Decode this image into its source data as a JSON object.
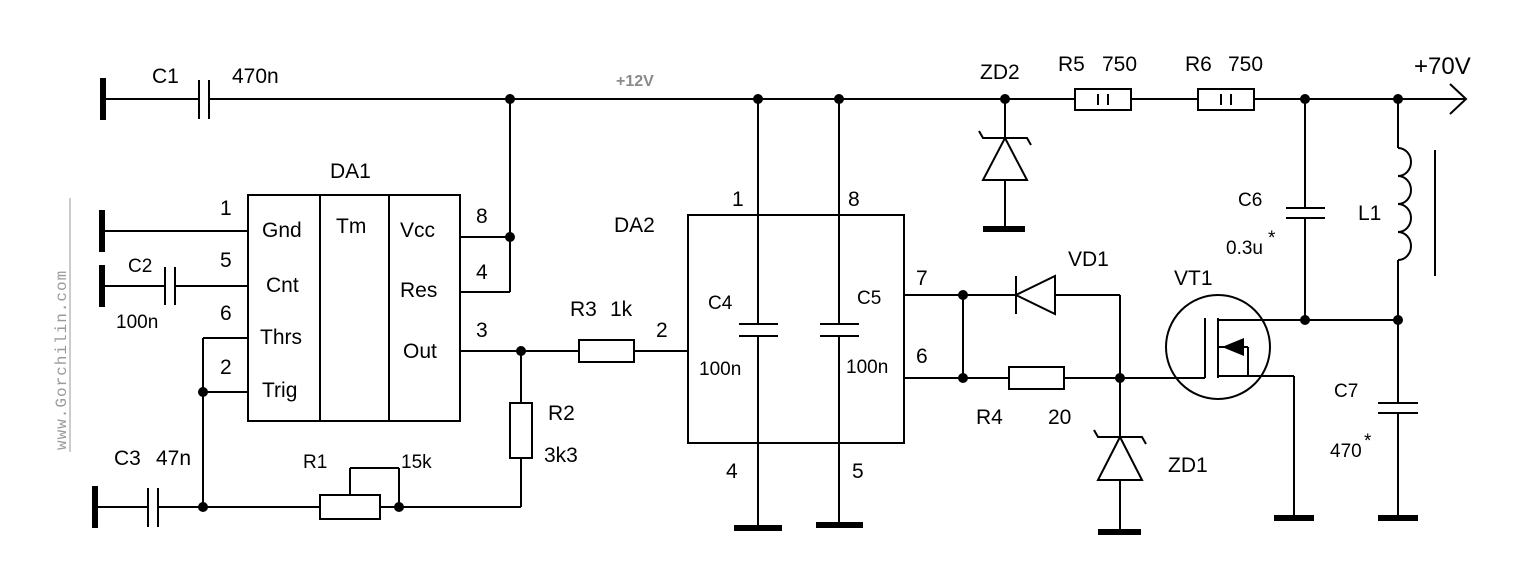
{
  "watermark": "www.Gorchilin.com",
  "rail_label": "+12V",
  "output_label": "+70V",
  "ics": {
    "da1": {
      "ref": "DA1",
      "center": "Tm",
      "left_pins": [
        {
          "num": "1",
          "name": "Gnd"
        },
        {
          "num": "5",
          "name": "Cnt"
        },
        {
          "num": "6",
          "name": "Thrs"
        },
        {
          "num": "2",
          "name": "Trig"
        }
      ],
      "right_pins": [
        {
          "num": "8",
          "name": "Vcc"
        },
        {
          "num": "4",
          "name": "Res"
        },
        {
          "num": "3",
          "name": "Out"
        }
      ]
    },
    "da2": {
      "ref": "DA2",
      "pins": {
        "p1": "1",
        "p8": "8",
        "p2": "2",
        "p7": "7",
        "p6": "6",
        "p4": "4",
        "p5": "5"
      }
    }
  },
  "components": {
    "c1": {
      "ref": "C1",
      "value": "470n"
    },
    "c2": {
      "ref": "C2",
      "value": "100n"
    },
    "c3": {
      "ref": "C3",
      "value": "47n"
    },
    "c4": {
      "ref": "C4",
      "value": "100n"
    },
    "c5": {
      "ref": "C5",
      "value": "100n"
    },
    "c6": {
      "ref": "C6",
      "value": "0.3u",
      "mark": "*"
    },
    "c7": {
      "ref": "C7",
      "value": "470",
      "mark": "*"
    },
    "r1": {
      "ref": "R1",
      "value": "15k"
    },
    "r2": {
      "ref": "R2",
      "value": "3k3"
    },
    "r3": {
      "ref": "R3",
      "value": "1k"
    },
    "r4": {
      "ref": "R4",
      "value": "20"
    },
    "r5": {
      "ref": "R5",
      "value": "750"
    },
    "r6": {
      "ref": "R6",
      "value": "750"
    },
    "zd1": {
      "ref": "ZD1"
    },
    "zd2": {
      "ref": "ZD2"
    },
    "vd1": {
      "ref": "VD1"
    },
    "vt1": {
      "ref": "VT1"
    },
    "l1": {
      "ref": "L1"
    }
  }
}
